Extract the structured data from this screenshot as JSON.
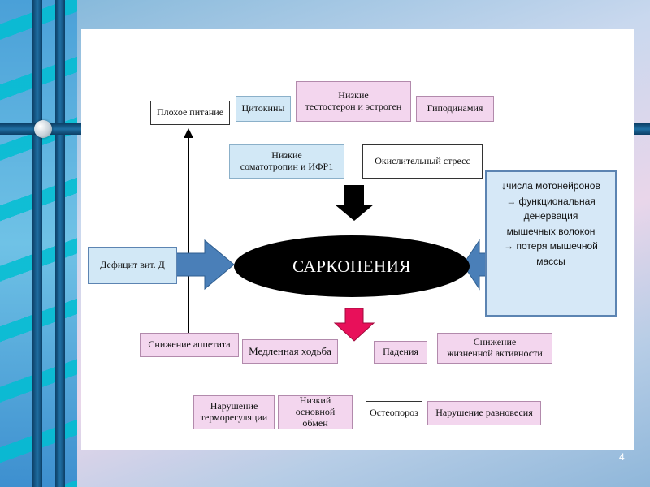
{
  "center": {
    "label": "САРКОПЕНИЯ"
  },
  "causes": {
    "poor_nutrition": "Плохое питание",
    "cytokines": "Цитокины",
    "low_hormones": [
      "Низкие",
      "тестостерон и эстроген"
    ],
    "hypodynamia": "Гиподинамия",
    "low_somatotropin": [
      "Низкие",
      "соматотропин  и ИФР1"
    ],
    "oxidative_stress": "Окислительный стресс",
    "vit_d": "Дефицит вит. Д"
  },
  "neuro": {
    "lines": [
      "↓числа мотонейронов",
      "→ функциональная",
      "денервация",
      "мышечных волокон",
      "→ потеря мышечной",
      "массы"
    ]
  },
  "effects": {
    "appetite": "Снижение аппетита",
    "slow_walk": "Медленная ходьба",
    "falls": "Падения",
    "activity": [
      "Снижение",
      "жизненной активности"
    ],
    "thermo": [
      "Нарушение",
      "терморегуляции"
    ],
    "metabolism": [
      "Низкий",
      "основной обмен"
    ],
    "osteoporosis": "Остеопороз",
    "balance": "Нарушение равновесия"
  },
  "slide_number": "4",
  "colors": {
    "pink_box": "#f3d6ee",
    "blue_box": "#d2e8f6",
    "arrow_blue": "#4a7fb8",
    "arrow_pink": "#e8105a"
  }
}
